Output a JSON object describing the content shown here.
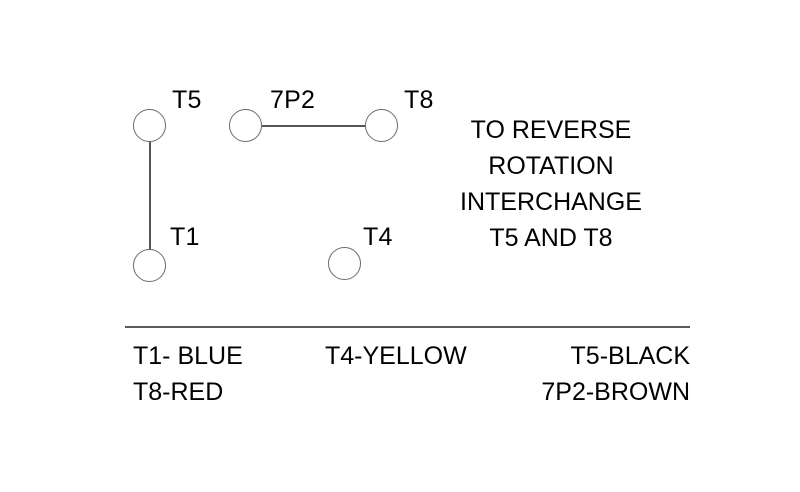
{
  "diagram": {
    "terminals": [
      {
        "id": "t5",
        "label": "T5"
      },
      {
        "id": "t1",
        "label": "T1"
      },
      {
        "id": "7p2",
        "label": "7P2"
      },
      {
        "id": "t8",
        "label": "T8"
      },
      {
        "id": "t4",
        "label": "T4"
      }
    ],
    "connections": [
      {
        "id": "t5-t1",
        "from": "T5",
        "to": "T1"
      },
      {
        "id": "7p2-t8",
        "from": "7P2",
        "to": "T8"
      }
    ],
    "line_color": "#555555",
    "circle_stroke_color": "#6b6b6b"
  },
  "instruction": {
    "lines": [
      "TO REVERSE",
      "ROTATION",
      "INTERCHANGE",
      "T5 AND T8"
    ]
  },
  "legend": {
    "rows": [
      {
        "left": "T1- BLUE",
        "center": "T4-YELLOW",
        "right": "T5-BLACK"
      },
      {
        "left": "T8-RED",
        "center": "",
        "right": "7P2-BROWN"
      }
    ]
  }
}
